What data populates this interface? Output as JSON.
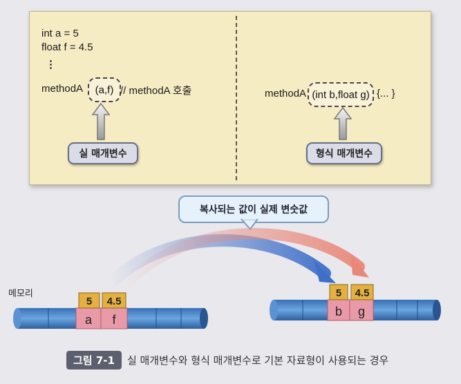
{
  "left_code": {
    "line1": "int  a  =  5",
    "line2": "float f = 4.5",
    "ellipsis": "⋮",
    "call_name": "methodA",
    "call_args": "(a,f)",
    "call_comment": "//   methodA 호출"
  },
  "right_code": {
    "method_name": "methodA",
    "params": "(int b,float g)",
    "body": "{... }"
  },
  "labels": {
    "actual_params": "실 매개변수",
    "formal_params": "형식 매개변수",
    "copy_note": "복사되는 값이 실제 변숫값",
    "memory": "메모리"
  },
  "memory_left": {
    "values": [
      "5",
      "4.5"
    ],
    "names": [
      "a",
      "f"
    ]
  },
  "memory_right": {
    "values": [
      "5",
      "4.5"
    ],
    "names": [
      "b",
      "g"
    ]
  },
  "caption": {
    "tag": "그림 7-1",
    "text": "실 매개변수와 형식 매개변수로 기본 자료형이 사용되는 경우"
  },
  "colors": {
    "panel": "#f6ecc4",
    "memory_bar": "#4a86c8",
    "cell_highlight": "#e89aa8",
    "arrow_blue": "#3f6fc8",
    "arrow_red": "#e9887a"
  }
}
